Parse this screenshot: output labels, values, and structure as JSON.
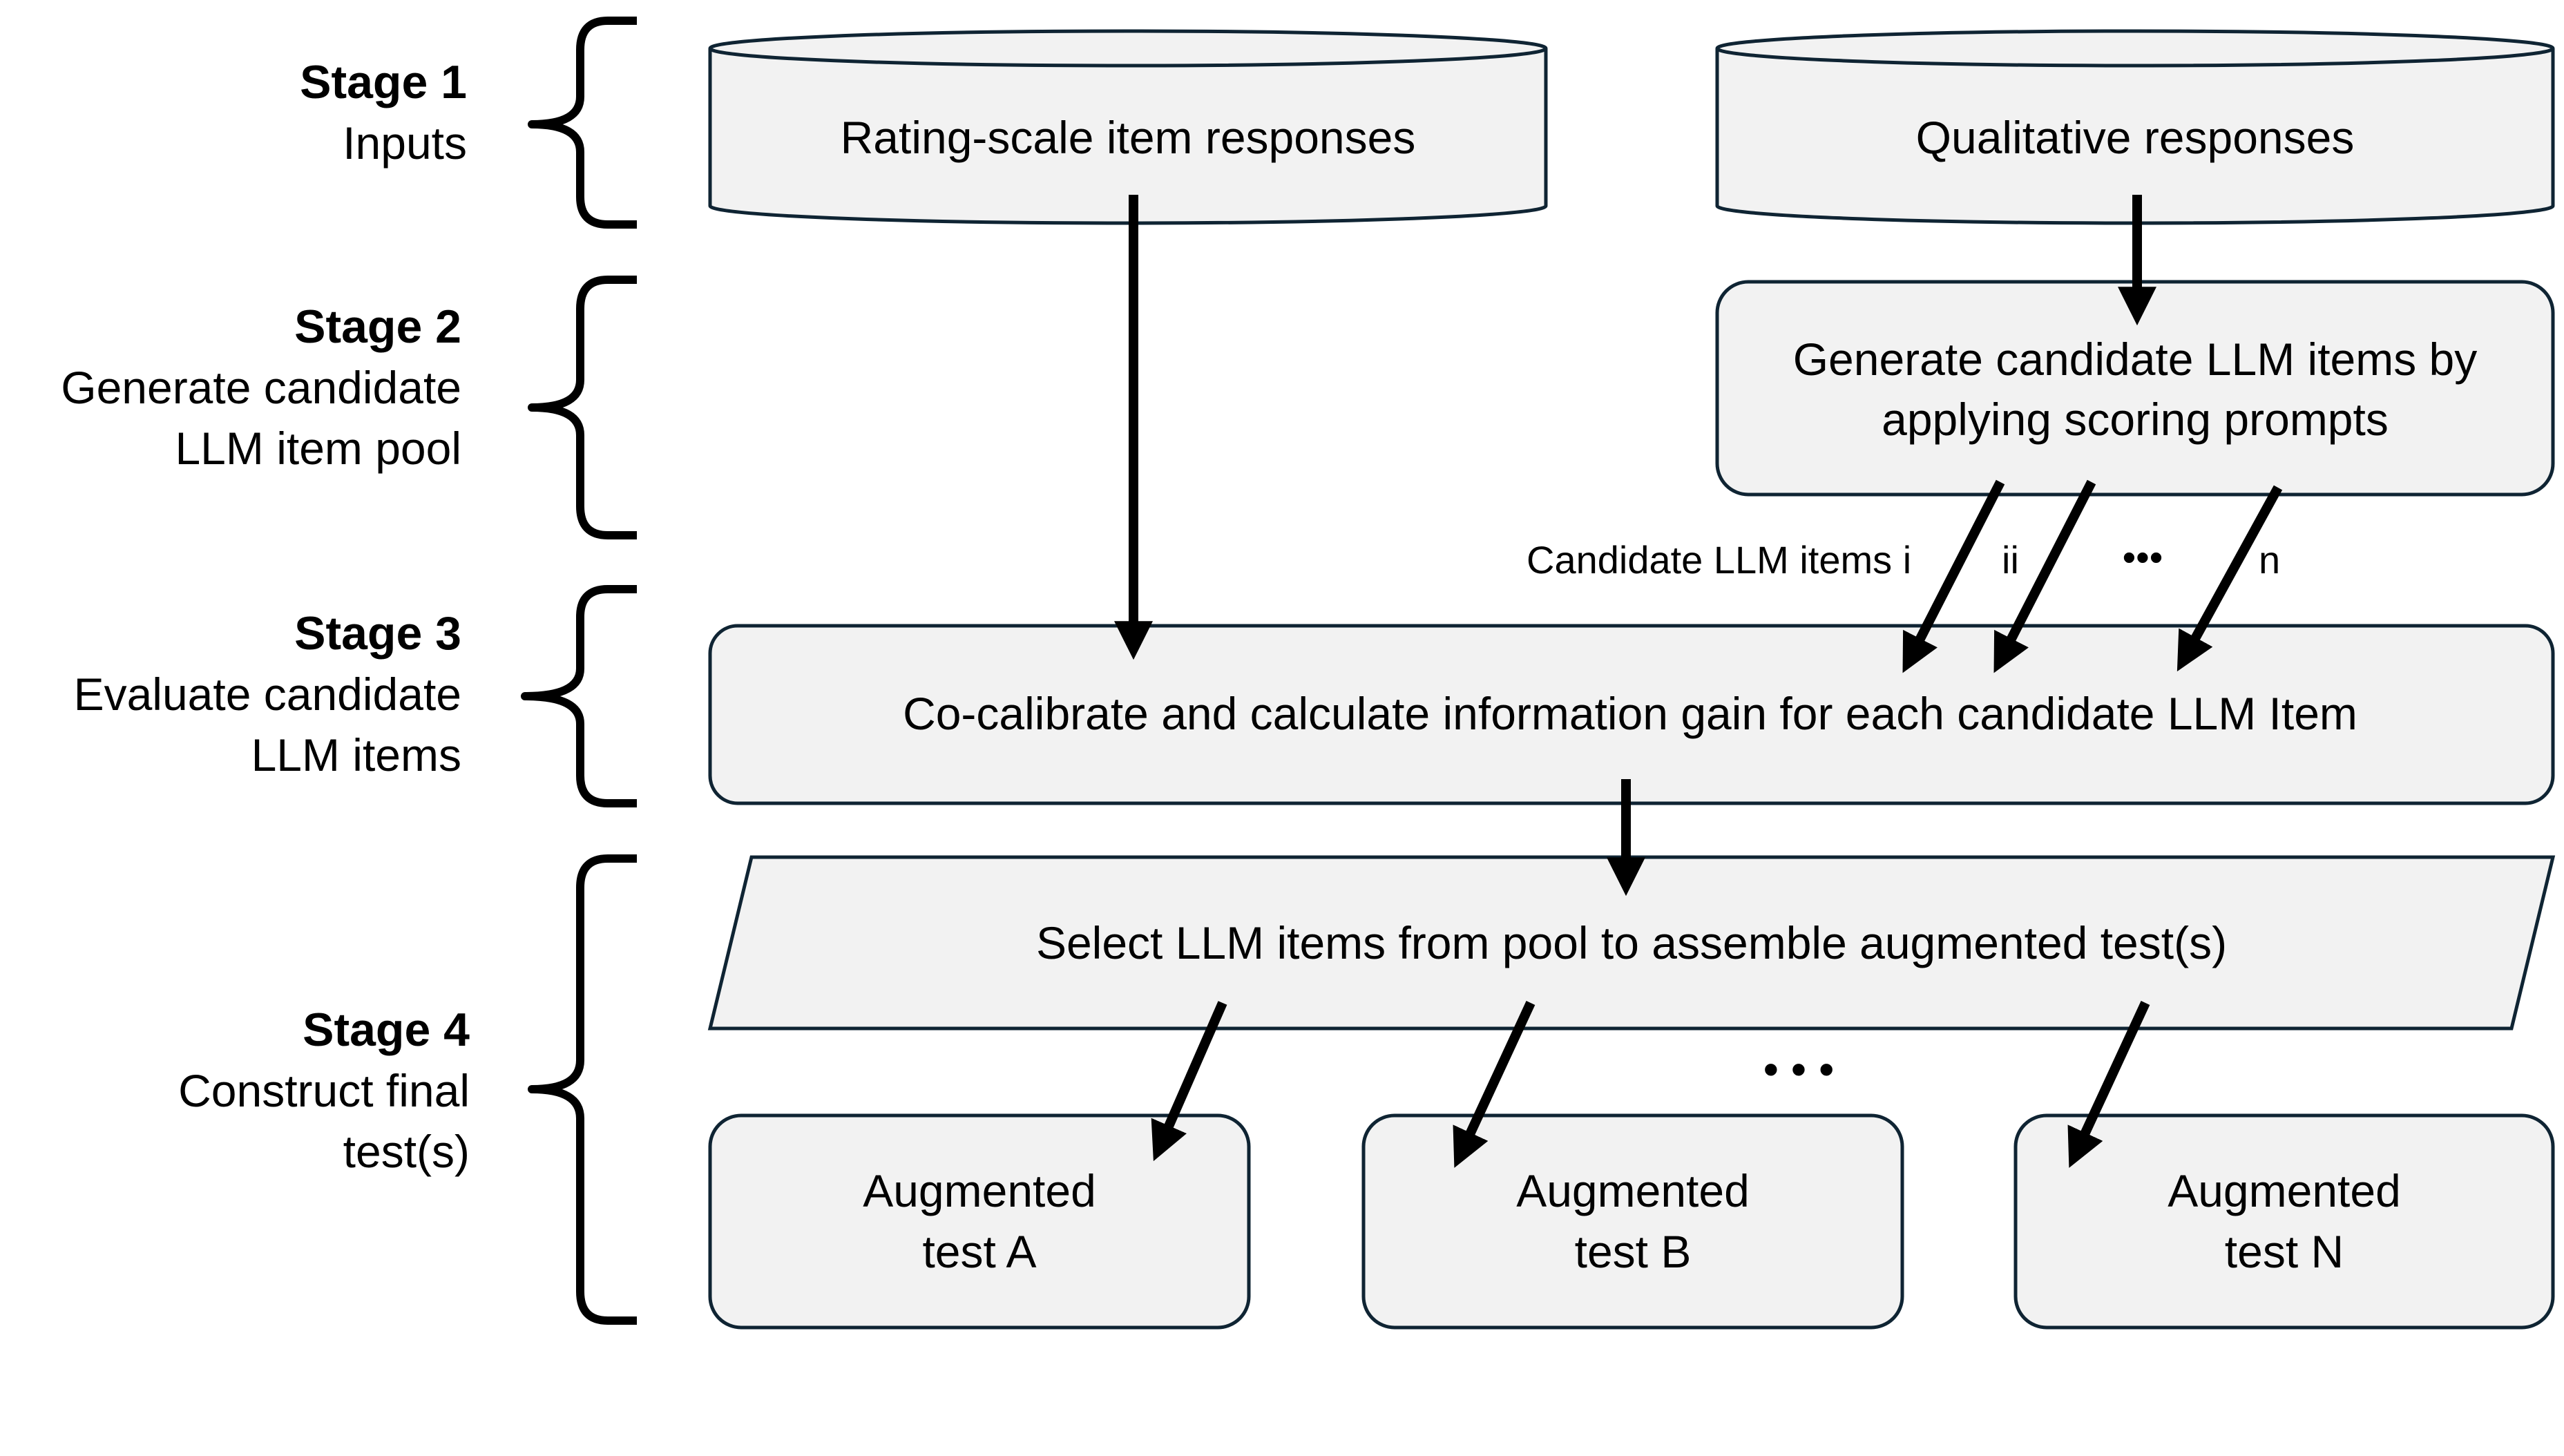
{
  "stages": [
    {
      "title": "Stage 1",
      "lines": [
        "Inputs"
      ]
    },
    {
      "title": "Stage 2",
      "lines": [
        "Generate candidate",
        "LLM item pool"
      ]
    },
    {
      "title": "Stage 3",
      "lines": [
        "Evaluate candidate",
        "LLM items"
      ]
    },
    {
      "title": "Stage 4",
      "lines": [
        "Construct final",
        "test(s)"
      ]
    }
  ],
  "inputs": {
    "rating_scale": "Rating-scale item responses",
    "qualitative": "Qualitative responses"
  },
  "generate_box": {
    "lines": [
      "Generate candidate LLM items by",
      "applying scoring prompts"
    ]
  },
  "candidate_labels": {
    "prefix": "Candidate LLM items i",
    "second": "ii",
    "ellipsis": "•••",
    "last": "n"
  },
  "calibrate_box": "Co-calibrate and calculate information gain for each candidate LLM Item",
  "select_box": "Select LLM items from pool to assemble augmented test(s)",
  "tests_ellipsis": "• • •",
  "tests": [
    {
      "lines": [
        "Augmented",
        "test A"
      ]
    },
    {
      "lines": [
        "Augmented",
        "test B"
      ]
    },
    {
      "lines": [
        "Augmented",
        "test N"
      ]
    }
  ],
  "colors": {
    "box_fill": "#f2f2f2",
    "box_stroke": "#0f2433",
    "arrow": "#000000"
  }
}
